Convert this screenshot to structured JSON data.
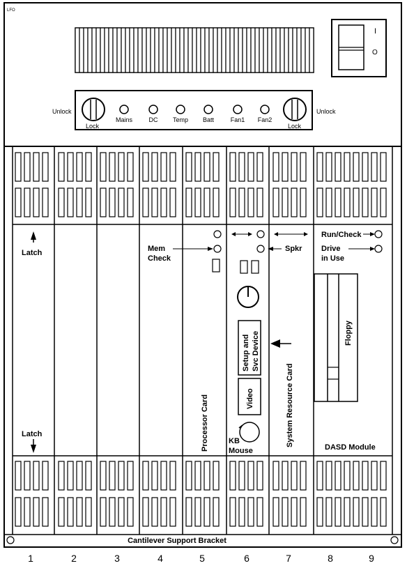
{
  "unit_tag": "LFO",
  "power_switch": {
    "on_symbol": "I",
    "off_symbol": "O"
  },
  "control_panel": {
    "left_unlock": "Unlock",
    "left_lock": "Lock",
    "right_unlock": "Unlock",
    "right_lock": "Lock",
    "indicators": [
      "Mains",
      "DC",
      "Temp",
      "Batt",
      "Fan1",
      "Fan2"
    ]
  },
  "labels": {
    "latch_top": "Latch",
    "latch_bottom": "Latch",
    "mem_check": [
      "Mem",
      "Check"
    ],
    "spkr": "Spkr",
    "run_check": "Run/Check",
    "drive_in_use": [
      "Drive",
      "in Use"
    ],
    "processor_card": "Processor Card",
    "setup_device": [
      "Setup and",
      "Svc Device"
    ],
    "video": "Video",
    "kb_mouse": [
      "KB",
      "Mouse"
    ],
    "system_resource_card": "System Resource Card",
    "floppy": "Floppy",
    "dasd_module": "DASD Module",
    "bracket": "Cantilever Support Bracket"
  },
  "slot_numbers": [
    "1",
    "2",
    "3",
    "4",
    "5",
    "6",
    "7",
    "8",
    "9"
  ]
}
